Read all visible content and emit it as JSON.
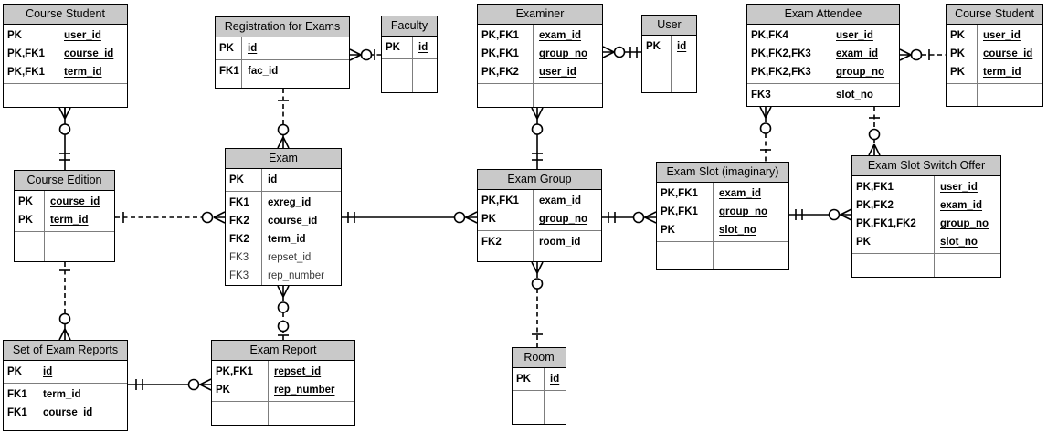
{
  "diagram": {
    "colors": {
      "header_fill": "#c9c9c9",
      "table_border": "#000000",
      "grid_line": "#7d7d7d",
      "connector_line": "#000000",
      "background": "#ffffff"
    },
    "entities": [
      {
        "id": "course_student_top_left",
        "name": "Course Student",
        "sections": [
          {
            "rows": [
              {
                "key": "PK",
                "attr": "user_id",
                "underline": true
              },
              {
                "key": "PK,FK1",
                "attr": "course_id",
                "underline": true
              },
              {
                "key": "PK,FK1",
                "attr": "term_id",
                "underline": true
              }
            ]
          },
          {
            "rows": []
          }
        ]
      },
      {
        "id": "registration_for_exams",
        "name": "Registration for Exams",
        "sections": [
          {
            "rows": [
              {
                "key": "PK",
                "attr": "id",
                "underline": true
              }
            ]
          },
          {
            "rows": [
              {
                "key": "FK1",
                "attr": "fac_id"
              }
            ]
          }
        ]
      },
      {
        "id": "faculty",
        "name": "Faculty",
        "sections": [
          {
            "rows": [
              {
                "key": "PK",
                "attr": "id",
                "underline": true
              }
            ]
          },
          {
            "rows": []
          }
        ]
      },
      {
        "id": "examiner",
        "name": "Examiner",
        "sections": [
          {
            "rows": [
              {
                "key": "PK,FK1",
                "attr": "exam_id",
                "underline": true
              },
              {
                "key": "PK,FK1",
                "attr": "group_no",
                "underline": true
              },
              {
                "key": "PK,FK2",
                "attr": "user_id",
                "underline": true
              }
            ]
          },
          {
            "rows": []
          }
        ]
      },
      {
        "id": "user",
        "name": "User",
        "sections": [
          {
            "rows": [
              {
                "key": "PK",
                "attr": "id",
                "underline": true
              }
            ]
          },
          {
            "rows": []
          }
        ]
      },
      {
        "id": "exam_attendee",
        "name": "Exam Attendee",
        "sections": [
          {
            "rows": [
              {
                "key": "PK,FK4",
                "attr": "user_id",
                "underline": true
              },
              {
                "key": "PK,FK2,FK3",
                "attr": "exam_id",
                "underline": true
              },
              {
                "key": "PK,FK2,FK3",
                "attr": "group_no",
                "underline": true
              }
            ]
          },
          {
            "rows": [
              {
                "key": "FK3",
                "attr": "slot_no"
              }
            ]
          }
        ]
      },
      {
        "id": "course_student_top_right",
        "name": "Course Student",
        "sections": [
          {
            "rows": [
              {
                "key": "PK",
                "attr": "user_id",
                "underline": true
              },
              {
                "key": "PK",
                "attr": "course_id",
                "underline": true
              },
              {
                "key": "PK",
                "attr": "term_id",
                "underline": true
              }
            ]
          },
          {
            "rows": []
          }
        ]
      },
      {
        "id": "course_edition",
        "name": "Course Edition",
        "sections": [
          {
            "rows": [
              {
                "key": "PK",
                "attr": "course_id",
                "underline": true
              },
              {
                "key": "PK",
                "attr": "term_id",
                "underline": true
              }
            ]
          },
          {
            "rows": []
          }
        ]
      },
      {
        "id": "exam",
        "name": "Exam",
        "sections": [
          {
            "rows": [
              {
                "key": "PK",
                "attr": "id",
                "underline": true
              }
            ]
          },
          {
            "rows": [
              {
                "key": "FK1",
                "attr": "exreg_id"
              },
              {
                "key": "FK2",
                "attr": "course_id"
              },
              {
                "key": "FK2",
                "attr": "term_id"
              },
              {
                "key": "FK3",
                "attr": "repset_id",
                "light": true
              },
              {
                "key": "FK3",
                "attr": "rep_number",
                "light": true
              }
            ]
          }
        ]
      },
      {
        "id": "exam_group",
        "name": "Exam Group",
        "sections": [
          {
            "rows": [
              {
                "key": "PK,FK1",
                "attr": "exam_id",
                "underline": true
              },
              {
                "key": "PK",
                "attr": "group_no",
                "underline": true
              }
            ]
          },
          {
            "rows": [
              {
                "key": "FK2",
                "attr": "room_id"
              }
            ]
          }
        ]
      },
      {
        "id": "exam_slot",
        "name": "Exam Slot (imaginary)",
        "sections": [
          {
            "rows": [
              {
                "key": "PK,FK1",
                "attr": "exam_id",
                "underline": true
              },
              {
                "key": "PK,FK1",
                "attr": "group_no",
                "underline": true
              },
              {
                "key": "PK",
                "attr": "slot_no",
                "underline": true
              }
            ]
          },
          {
            "rows": []
          }
        ]
      },
      {
        "id": "exam_slot_switch_offer",
        "name": "Exam Slot Switch Offer",
        "sections": [
          {
            "rows": [
              {
                "key": "PK,FK1",
                "attr": "user_id",
                "underline": true
              },
              {
                "key": "PK,FK2",
                "attr": "exam_id",
                "underline": true
              },
              {
                "key": "PK,FK1,FK2",
                "attr": "group_no",
                "underline": true
              },
              {
                "key": "PK",
                "attr": "slot_no",
                "underline": true
              }
            ]
          },
          {
            "rows": []
          }
        ]
      },
      {
        "id": "set_of_exam_reports",
        "name": "Set of Exam Reports",
        "sections": [
          {
            "rows": [
              {
                "key": "PK",
                "attr": "id",
                "underline": true
              }
            ]
          },
          {
            "rows": [
              {
                "key": "FK1",
                "attr": "term_id"
              },
              {
                "key": "FK1",
                "attr": "course_id"
              }
            ]
          }
        ]
      },
      {
        "id": "exam_report",
        "name": "Exam Report",
        "sections": [
          {
            "rows": [
              {
                "key": "PK,FK1",
                "attr": "repset_id",
                "underline": true
              },
              {
                "key": "PK",
                "attr": "rep_number",
                "underline": true
              }
            ]
          },
          {
            "rows": []
          }
        ]
      },
      {
        "id": "room",
        "name": "Room",
        "sections": [
          {
            "rows": [
              {
                "key": "PK",
                "attr": "id",
                "underline": true
              }
            ]
          },
          {
            "rows": []
          }
        ]
      }
    ],
    "relationships": [
      {
        "from": "Course Student",
        "to": "Course Edition",
        "from_end": "zero-or-many",
        "to_end": "one-and-only-one",
        "line": "solid"
      },
      {
        "from": "Course Edition",
        "to": "Set of Exam Reports",
        "from_end": "one",
        "to_end": "zero-or-many",
        "line": "dashed"
      },
      {
        "from": "Course Edition",
        "to": "Exam",
        "from_end": "one",
        "to_end": "zero-or-many",
        "line": "dashed"
      },
      {
        "from": "Registration for Exams",
        "to": "Exam",
        "from_end": "one",
        "to_end": "zero-or-many",
        "line": "dashed"
      },
      {
        "from": "Registration for Exams",
        "to": "Faculty",
        "from_end": "zero-or-many",
        "to_end": "one",
        "line": "dashed"
      },
      {
        "from": "Examiner",
        "to": "User",
        "from_end": "zero-or-many",
        "to_end": "one-and-only-one",
        "line": "solid"
      },
      {
        "from": "Examiner",
        "to": "Exam Group",
        "from_end": "zero-or-many",
        "to_end": "one-and-only-one",
        "line": "solid"
      },
      {
        "from": "Exam",
        "to": "Exam Group",
        "from_end": "one-and-only-one",
        "to_end": "zero-or-many",
        "line": "solid"
      },
      {
        "from": "Exam Group",
        "to": "Exam Slot (imaginary)",
        "from_end": "one-and-only-one",
        "to_end": "zero-or-many",
        "line": "solid"
      },
      {
        "from": "Exam Slot (imaginary)",
        "to": "Exam Slot Switch Offer",
        "from_end": "one-and-only-one",
        "to_end": "zero-or-many",
        "line": "solid"
      },
      {
        "from": "Exam Group",
        "to": "Room",
        "from_end": "zero-or-many",
        "to_end": "one",
        "line": "dashed"
      },
      {
        "from": "Exam",
        "to": "Exam Report",
        "from_end": "zero-or-many",
        "to_end": "zero-or-one",
        "line": "dashed"
      },
      {
        "from": "Set of Exam Reports",
        "to": "Exam Report",
        "from_end": "one-and-only-one",
        "to_end": "zero-or-many",
        "line": "solid"
      },
      {
        "from": "Exam Attendee",
        "to": "Exam Slot (imaginary)",
        "from_end": "zero-or-many",
        "to_end": "one",
        "line": "dashed"
      },
      {
        "from": "Exam Attendee",
        "to": "Exam Slot Switch Offer",
        "from_end": "one",
        "to_end": "zero-or-many",
        "line": "dashed"
      },
      {
        "from": "Exam Attendee",
        "to": "Course Student",
        "from_end": "zero-or-many",
        "to_end": "one",
        "line": "dashed"
      }
    ]
  }
}
